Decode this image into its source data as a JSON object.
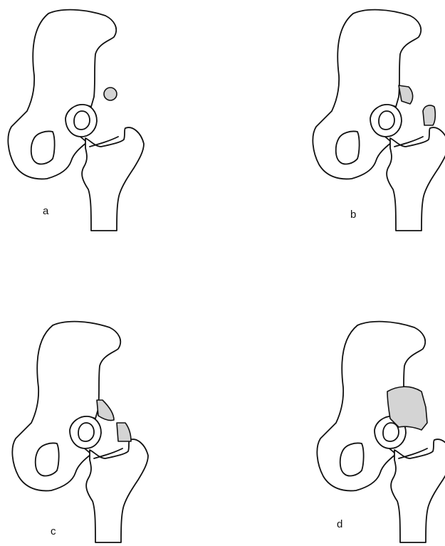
{
  "panels": [
    {
      "id": "a",
      "label": "a"
    },
    {
      "id": "b",
      "label": "b"
    },
    {
      "id": "c",
      "label": "c"
    },
    {
      "id": "d",
      "label": "d"
    }
  ],
  "colors": {
    "outline": "#111111",
    "background": "#ffffff",
    "ossification_fill": "#d4d4d4"
  }
}
